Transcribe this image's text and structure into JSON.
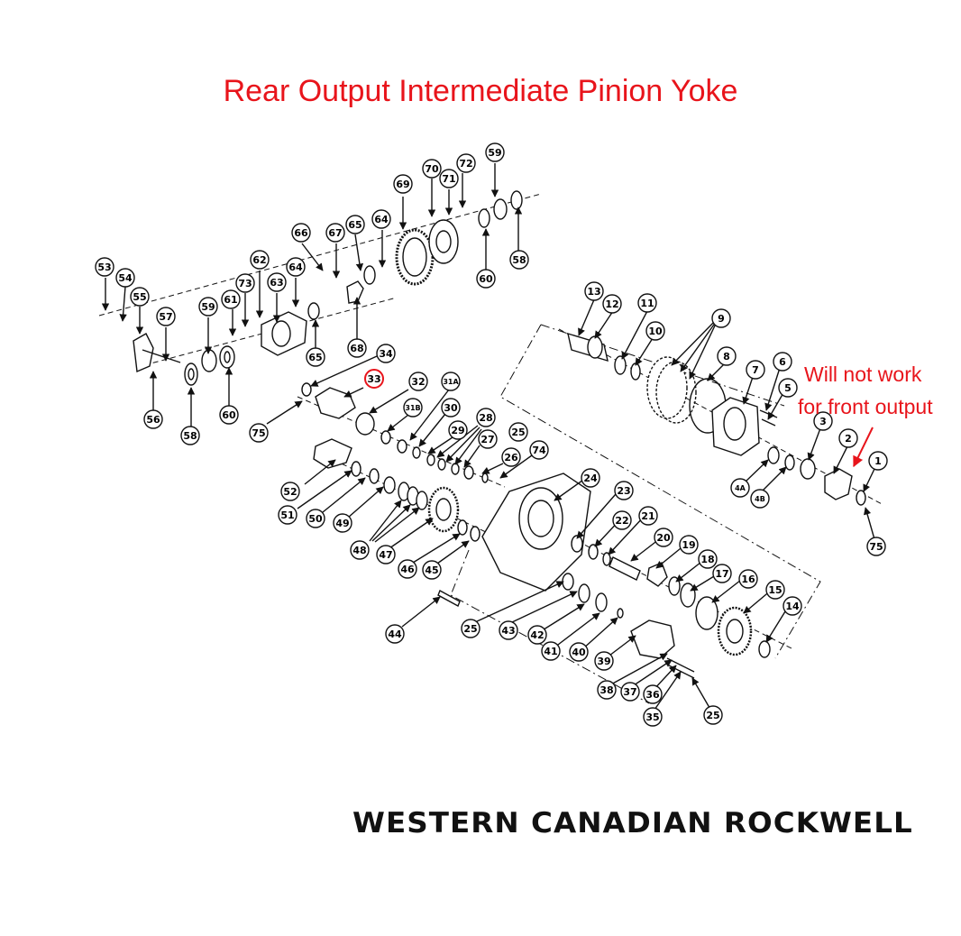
{
  "title": "Rear Output Intermediate Pinion Yoke",
  "note": {
    "line1": "Will not work",
    "line2": "for front output"
  },
  "brand": "WESTERN CANADIAN ROCKWELL",
  "colors": {
    "annotation": "#e8141b",
    "line_art": "#111111"
  },
  "highlighted_part": "33",
  "callouts": [
    "53",
    "54",
    "55",
    "57",
    "56",
    "59",
    "58",
    "60",
    "61",
    "73",
    "62",
    "63",
    "64",
    "65",
    "66",
    "67",
    "68",
    "69",
    "70",
    "71",
    "72",
    "75",
    "34",
    "33",
    "32",
    "31A",
    "31B",
    "30",
    "29",
    "28",
    "27",
    "26",
    "25",
    "74",
    "24",
    "52",
    "51",
    "50",
    "49",
    "48",
    "47",
    "46",
    "45",
    "44",
    "43",
    "42",
    "41",
    "40",
    "39",
    "38",
    "37",
    "36",
    "35",
    "23",
    "22",
    "21",
    "20",
    "19",
    "18",
    "17",
    "16",
    "15",
    "14",
    "13",
    "12",
    "11",
    "10",
    "9",
    "8",
    "7",
    "6",
    "5",
    "4A",
    "4B",
    "3",
    "2",
    "1"
  ]
}
